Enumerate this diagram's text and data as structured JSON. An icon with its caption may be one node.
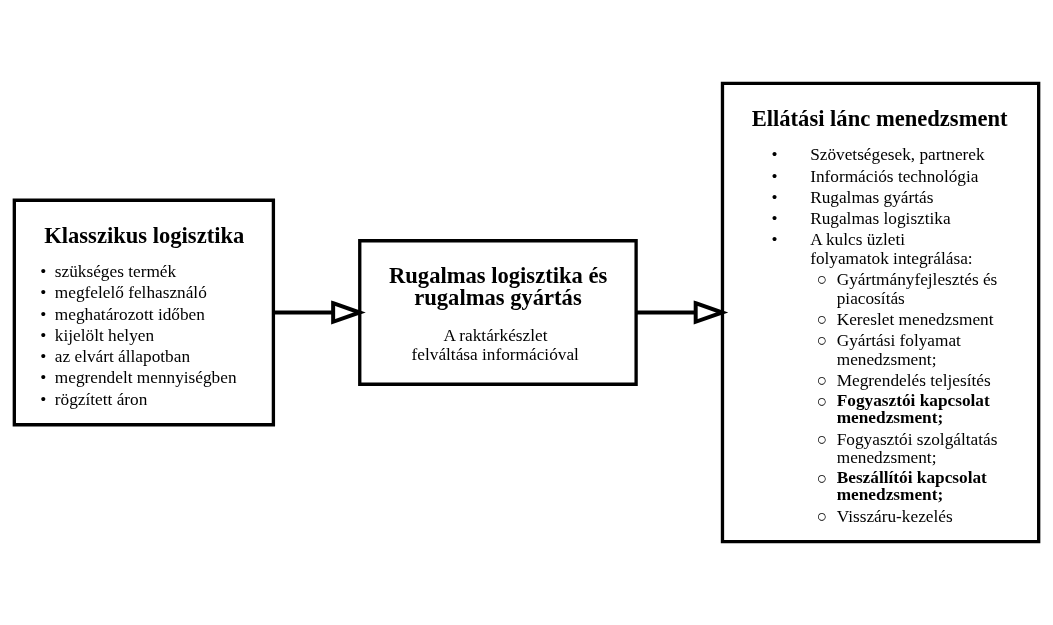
{
  "diagram": {
    "nodes": [
      {
        "text": [
          "Klasszikus logisztika",
          "• szükséges termék",
          "• megfelelő felhasználó",
          "• meghatározott időben",
          "• kijelölt helyen",
          "• az elvárt állapotban",
          "• megrendelt mennyiségben",
          "• rögzített áron"
        ]
      },
      {
        "text": [
          "Rugalmas logisztika és rugalmas gyártás",
          "A raktárkészlet felváltása információval"
        ]
      },
      {
        "text": [
          "Ellátási lánc menedzsment",
          "• Szövetségesek, partnerek",
          "• Információs technológia",
          "• Rugalmas gyártás",
          "• Rugalmas logisztika",
          "• A kulcs üzleti folyamatok integrálása:",
          "○ Gyártmányfejlesztés és piacosítás",
          "○ Kereslet menedzsment",
          "○ Gyártási folyamat menedzsment;",
          "○ Megrendelés teljesítés",
          "○ **Fogyasztói kapcsolat menedzsment;**",
          "○ Fogyasztói szolgáltatás menedzsment;",
          "○ **Beszállítói kapcsolat menedzsment;**",
          "○ Visszáru-kezelés"
        ]
      }
    ],
    "edges": [
      {
        "from": 0,
        "to": 1,
        "arrow": "to"
      },
      {
        "from": 1,
        "to": 2,
        "arrow": "to"
      }
    ]
  }
}
